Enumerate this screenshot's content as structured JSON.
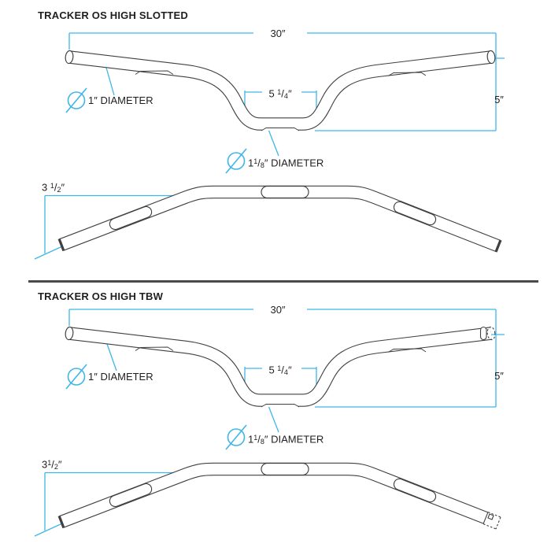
{
  "colors": {
    "background": "#ffffff",
    "bar_line": "#404040",
    "dimension_line": "#3fb6e8",
    "text": "#1f1f1f",
    "divider": "#4a4a4a"
  },
  "icons": {
    "diameter": "⌀ (circle with slash, cyan outline)"
  },
  "sections": [
    {
      "title": "TRACKER OS HIGH SLOTTED",
      "front_view": {
        "overall_width": "30″",
        "rise": "5″",
        "center_section_width": {
          "pre": "5 ",
          "num": "1",
          "slash": "/",
          "den": "4",
          "unit": "″"
        },
        "grip_diameter": "1″ DIAMETER",
        "center_diameter": {
          "pre": "1",
          "num": "1",
          "slash": "/",
          "den": "8",
          "unit": "″ DIAMETER"
        }
      },
      "top_view": {
        "pullback": {
          "pre": "3 ",
          "num": "1",
          "slash": "/",
          "den": "2",
          "unit": "″"
        }
      }
    },
    {
      "title": "TRACKER OS HIGH TBW",
      "front_view": {
        "overall_width": "30″",
        "rise": "5″",
        "center_section_width": {
          "pre": "5 ",
          "num": "1",
          "slash": "/",
          "den": "4",
          "unit": "″"
        },
        "grip_diameter": "1″ DIAMETER",
        "center_diameter": {
          "pre": "1",
          "num": "1",
          "slash": "/",
          "den": "8",
          "unit": "″ DIAMETER"
        }
      },
      "top_view": {
        "pullback": {
          "pre": "3",
          "num": "1",
          "slash": "/",
          "den": "2",
          "unit": "″"
        }
      }
    }
  ]
}
